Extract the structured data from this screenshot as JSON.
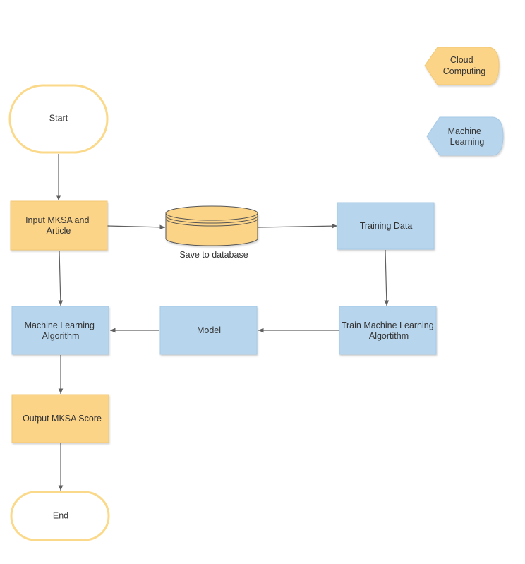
{
  "diagram": {
    "terminals": {
      "start": "Start",
      "end": "End"
    },
    "process_lines": {
      "input": [
        "Input  MKSA and",
        "Article"
      ],
      "ml_algorithm": [
        "Machine Learning",
        "Algorithm"
      ],
      "output": [
        "Output MKSA Score"
      ],
      "training_data": [
        "Training Data"
      ],
      "train_ml": [
        "Train Machine Learning",
        "Algortithm"
      ],
      "model": [
        "Model"
      ]
    },
    "database": {
      "label": "Save to database"
    },
    "legend": {
      "cloud": [
        "Cloud",
        "Computing"
      ],
      "ml": [
        "Machine",
        "Learning"
      ]
    }
  },
  "colors": {
    "orange_fill": "#fcd488",
    "orange_stroke": "#f2c875",
    "terminal_stroke": "#fbd98a",
    "blue_fill": "#b7d6ee",
    "blue_stroke": "#a6c9e6",
    "edge": "#606060",
    "text": "#333333"
  }
}
